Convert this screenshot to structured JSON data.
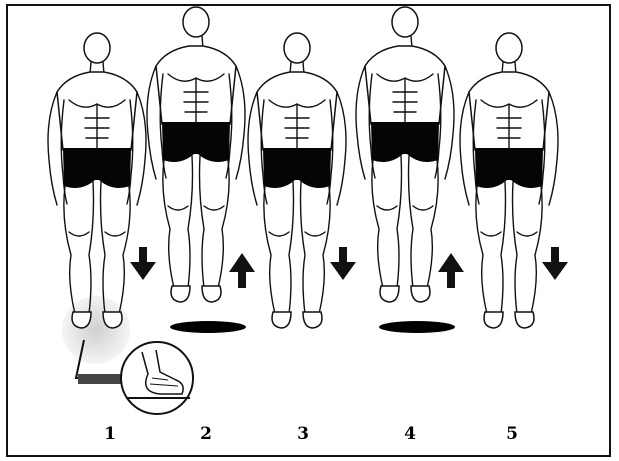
{
  "figure": {
    "step_labels": [
      "1",
      "2",
      "3",
      "4",
      "5"
    ],
    "steps": [
      {
        "label": "1",
        "arrow": "down",
        "airborne": false,
        "foot_inset": true
      },
      {
        "label": "2",
        "arrow": "up",
        "airborne": true,
        "foot_inset": false
      },
      {
        "label": "3",
        "arrow": "down",
        "airborne": false,
        "foot_inset": false
      },
      {
        "label": "4",
        "arrow": "up",
        "airborne": true,
        "foot_inset": false
      },
      {
        "label": "5",
        "arrow": "down",
        "airborne": false,
        "foot_inset": false
      }
    ],
    "colors": {
      "ink": "#111111",
      "shorts": "#050505",
      "shadow": "#000000",
      "inset_shade": "#d8d8d8"
    }
  }
}
